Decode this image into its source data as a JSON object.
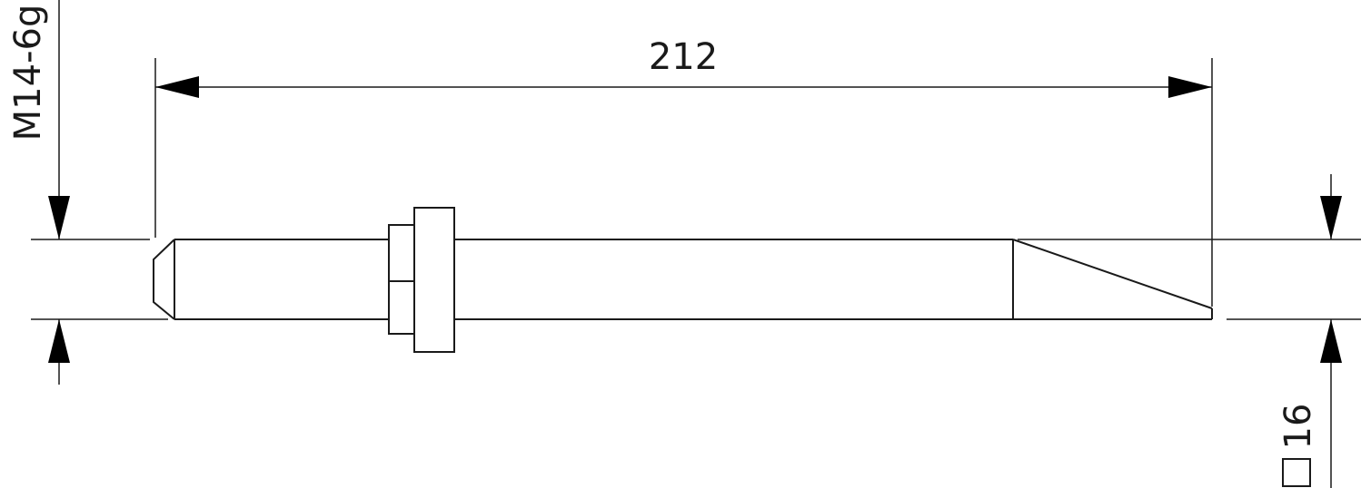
{
  "drawing": {
    "overall_length": "212",
    "thread_spec": "M14-6g",
    "square_size": "16",
    "square_symbol": "square-symbol"
  },
  "colors": {
    "line": "#1a1a1a",
    "arrow": "#000000",
    "background": "#ffffff"
  }
}
